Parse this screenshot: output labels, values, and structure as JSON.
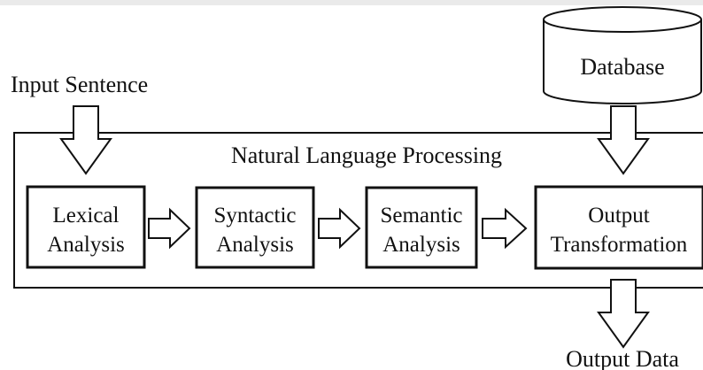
{
  "labels": {
    "input": "Input Sentence",
    "output": "Output Data",
    "container": "Natural Language Processing",
    "database": "Database"
  },
  "stages": [
    {
      "line1": "Lexical",
      "line2": "Analysis"
    },
    {
      "line1": "Syntactic",
      "line2": "Analysis"
    },
    {
      "line1": "Semantic",
      "line2": "Analysis"
    },
    {
      "line1": "Output",
      "line2": "Transformation"
    }
  ]
}
